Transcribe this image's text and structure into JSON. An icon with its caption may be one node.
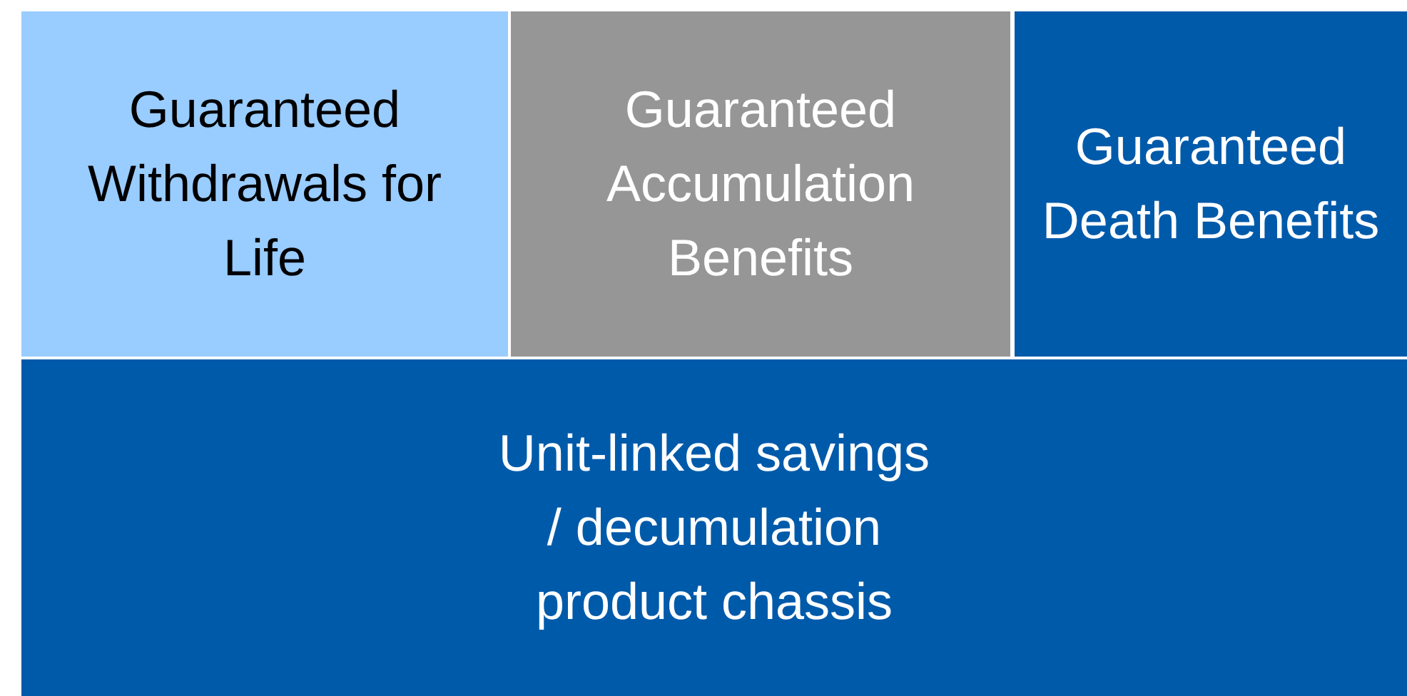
{
  "diagram": {
    "nodes": [
      {
        "text": [
          "Guaranteed Withdrawals for Life"
        ]
      },
      {
        "text": [
          "Guaranteed Accumulation Benefits"
        ]
      },
      {
        "text": [
          "Guaranteed Death Benefits"
        ]
      },
      {
        "text": [
          "Unit-linked savings / decumulation product chassis"
        ]
      }
    ]
  }
}
